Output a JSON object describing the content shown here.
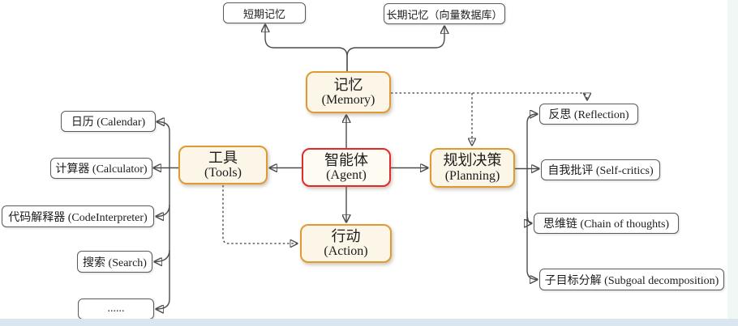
{
  "nodes": {
    "agent": {
      "zh": "智能体",
      "en": "(Agent)"
    },
    "memory": {
      "zh": "记忆",
      "en": "(Memory)"
    },
    "tools": {
      "zh": "工具",
      "en": "(Tools)"
    },
    "planning": {
      "zh": "规划决策",
      "en": "(Planning)"
    },
    "action": {
      "zh": "行动",
      "en": "(Action)"
    }
  },
  "memory_children": [
    {
      "label": "短期记忆"
    },
    {
      "label": "长期记忆（向量数据库）"
    }
  ],
  "tools_children": [
    {
      "label": "日历 (Calendar)"
    },
    {
      "label": "计算器 (Calculator)"
    },
    {
      "label": "代码解释器 (CodeInterpreter)"
    },
    {
      "label": "搜索 (Search)"
    },
    {
      "label": "......"
    }
  ],
  "planning_children": [
    {
      "label": "反思 (Reflection)"
    },
    {
      "label": "自我批评 (Self-critics)"
    },
    {
      "label": "思维链 (Chain of thoughts)"
    },
    {
      "label": "子目标分解 (Subgoal decomposition)"
    }
  ],
  "edges": [
    {
      "from": "agent",
      "to": "memory",
      "style": "solid"
    },
    {
      "from": "agent",
      "to": "tools",
      "style": "solid"
    },
    {
      "from": "agent",
      "to": "planning",
      "style": "solid"
    },
    {
      "from": "agent",
      "to": "action",
      "style": "solid"
    },
    {
      "from": "memory",
      "to": "short-term-memory",
      "style": "solid"
    },
    {
      "from": "memory",
      "to": "long-term-memory",
      "style": "solid"
    },
    {
      "from": "memory",
      "to": "planning",
      "style": "dotted"
    },
    {
      "from": "memory",
      "to": "reflection",
      "style": "dotted"
    },
    {
      "from": "tools",
      "to": "calendar",
      "style": "solid"
    },
    {
      "from": "tools",
      "to": "calculator",
      "style": "solid"
    },
    {
      "from": "tools",
      "to": "code-interpreter",
      "style": "solid"
    },
    {
      "from": "tools",
      "to": "search",
      "style": "solid"
    },
    {
      "from": "tools",
      "to": "more-tools",
      "style": "solid"
    },
    {
      "from": "tools",
      "to": "action",
      "style": "dotted"
    },
    {
      "from": "planning",
      "to": "reflection",
      "style": "solid"
    },
    {
      "from": "planning",
      "to": "self-critics",
      "style": "solid"
    },
    {
      "from": "planning",
      "to": "chain-of-thoughts",
      "style": "solid"
    },
    {
      "from": "planning",
      "to": "subgoal-decomposition",
      "style": "solid"
    }
  ],
  "colors": {
    "agent_border": "#e32a2a",
    "module_border": "#e09a33",
    "module_fill": "#fcf6e8",
    "leaf_border": "#5a5a5a",
    "line": "#4c4c4c"
  }
}
